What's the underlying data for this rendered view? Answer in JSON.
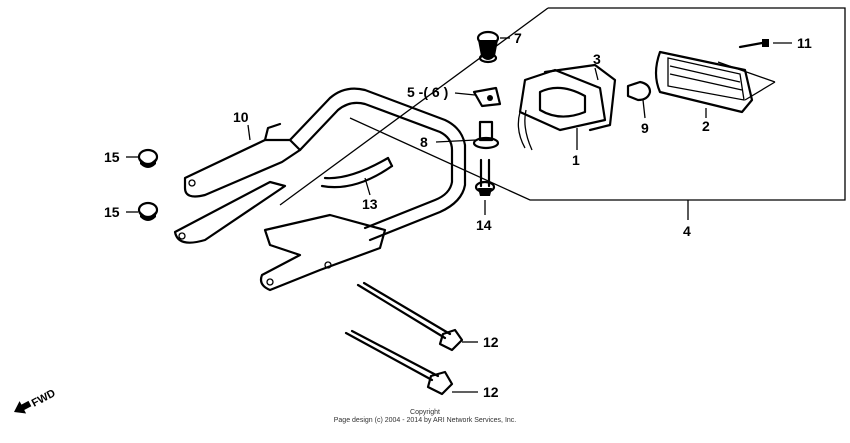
{
  "callouts": {
    "c1": "1",
    "c2": "2",
    "c3": "3",
    "c4": "4",
    "c5": "5 -( 6 )",
    "c7": "7",
    "c8": "8",
    "c9": "9",
    "c10": "10",
    "c11": "11",
    "c12a": "12",
    "c12b": "12",
    "c13": "13",
    "c14": "14",
    "c15a": "15",
    "c15b": "15"
  },
  "fwd_label": "FWD",
  "copyright": {
    "line1": "Copyright",
    "line2": "Page design (c) 2004 - 2014 by ARI Network Services, Inc."
  }
}
